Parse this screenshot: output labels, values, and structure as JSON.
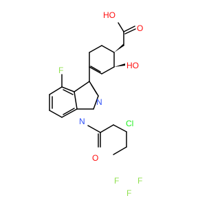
{
  "colors": {
    "bond": "#000000",
    "oxygen": "#ff0d0d",
    "nitrogen": "#3050f8",
    "fluorine": "#90e050",
    "chlorine": "#1ff01f",
    "hydrogen": "#000000"
  },
  "atoms": {
    "cooh_o": "O",
    "cooh_oh": "OH",
    "cooh_h": "HO",
    "ring_oh": "HO",
    "indazole_f": "F",
    "n1": "N",
    "n2": "N",
    "amide_o": "O",
    "cl": "Cl",
    "cf3_f1": "F",
    "cf3_f2": "F",
    "cf3_f3": "F"
  }
}
